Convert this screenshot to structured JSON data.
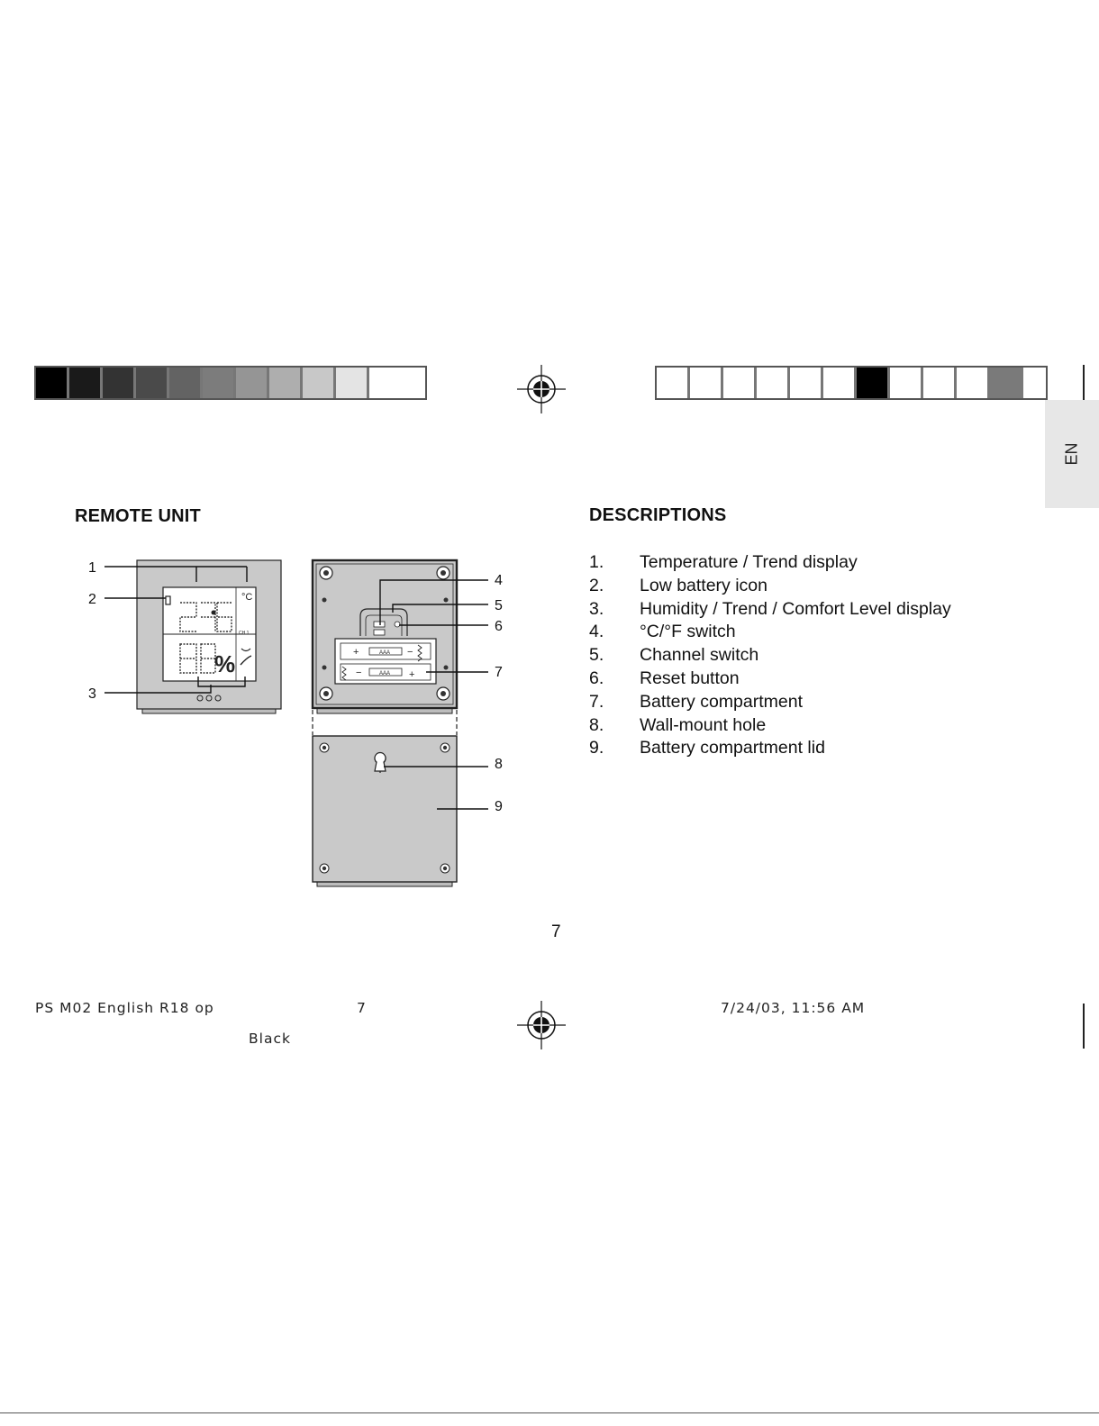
{
  "language_tab": "EN",
  "left_heading": "REMOTE UNIT",
  "right_heading": "DESCRIPTIONS",
  "descriptions": [
    {
      "num": "1.",
      "text": "Temperature / Trend display"
    },
    {
      "num": "2.",
      "text": "Low battery icon"
    },
    {
      "num": "3.",
      "text": "Humidity / Trend / Comfort Level display"
    },
    {
      "num": "4.",
      "text": "°C/°F switch"
    },
    {
      "num": "5.",
      "text": "Channel switch"
    },
    {
      "num": "6.",
      "text": "Reset button"
    },
    {
      "num": "7.",
      "text": "Battery compartment"
    },
    {
      "num": "8.",
      "text": "Wall-mount hole"
    },
    {
      "num": "9.",
      "text": "Battery compartment lid"
    }
  ],
  "callouts": [
    "1",
    "2",
    "3",
    "4",
    "5",
    "6",
    "7",
    "8",
    "9"
  ],
  "device_labels": {
    "unit": "°C",
    "channel": "CH 1",
    "percent": "%",
    "battery_a": "AAA",
    "battery_b": "AAA",
    "plus": "+",
    "minus": "−"
  },
  "page_number": "7",
  "footer": {
    "file": "PS M02 English R18 op",
    "page": "7",
    "datetime": "7/24/03, 11:56 AM",
    "ink": "Black"
  },
  "colors": {
    "device_gray": "#c9c9c9",
    "outline": "#222222",
    "tab_gray": "#e7e7e7"
  }
}
